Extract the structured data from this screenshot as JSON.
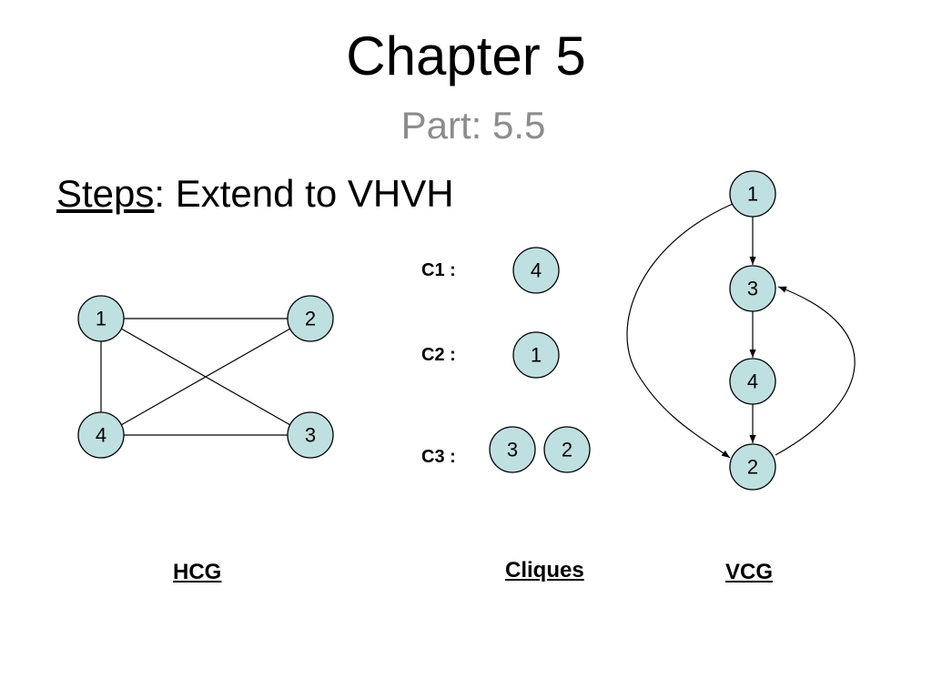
{
  "title": "Chapter 5",
  "subtitle": "Part: 5.5",
  "steps": {
    "label": "Steps",
    "text": ": Extend to VHVH"
  },
  "hcg": {
    "caption": "HCG",
    "nodes": [
      "1",
      "2",
      "3",
      "4"
    ],
    "edges": [
      [
        "1",
        "2"
      ],
      [
        "1",
        "3"
      ],
      [
        "1",
        "4"
      ],
      [
        "2",
        "4"
      ],
      [
        "4",
        "3"
      ]
    ]
  },
  "cliques": {
    "caption": "Cliques",
    "items": [
      {
        "label": "C1 :",
        "nodes": [
          "4"
        ]
      },
      {
        "label": "C2 :",
        "nodes": [
          "1"
        ]
      },
      {
        "label": "C3 :",
        "nodes": [
          "3",
          "2"
        ]
      }
    ]
  },
  "vcg": {
    "caption": "VCG",
    "nodes": [
      "1",
      "3",
      "4",
      "2"
    ],
    "edges": [
      [
        "1",
        "3"
      ],
      [
        "3",
        "4"
      ],
      [
        "4",
        "2"
      ],
      [
        "1",
        "2"
      ],
      [
        "2",
        "3"
      ]
    ]
  },
  "colors": {
    "node_fill": "#bfe0e0",
    "subtitle": "#8c8c8c"
  }
}
